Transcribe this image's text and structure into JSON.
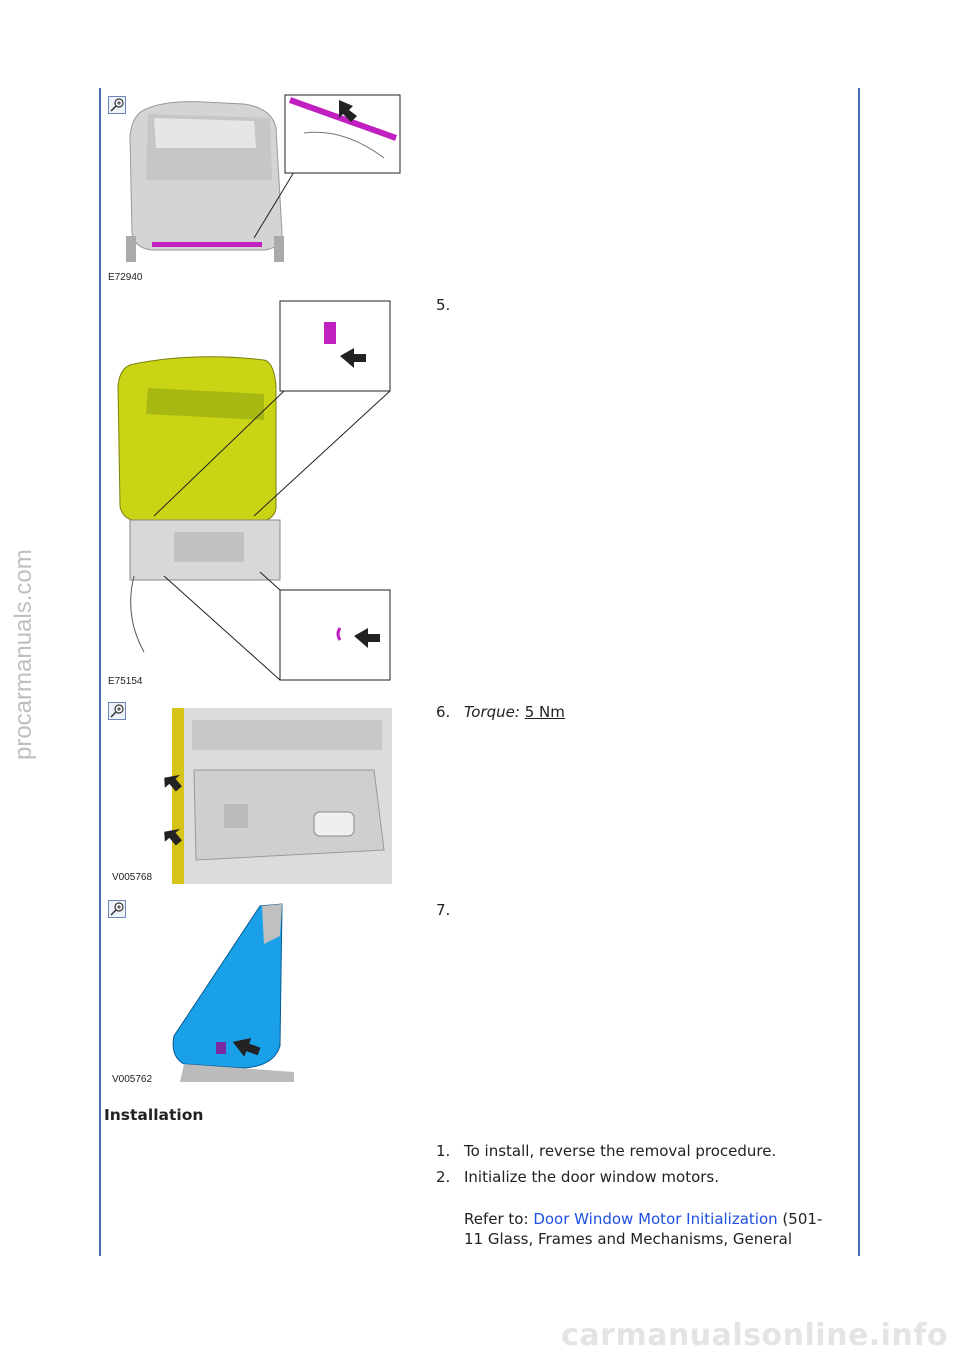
{
  "watermarks": {
    "left": "procarmanuals.com",
    "bottom": "carmanualsonline.info"
  },
  "figures": [
    {
      "code": "E72940",
      "zoom_icon": "zoom-in-icon"
    },
    {
      "code": "E75154"
    },
    {
      "code": "V005768",
      "zoom_icon": "zoom-in-icon"
    },
    {
      "code": "V005762",
      "zoom_icon": "zoom-in-icon"
    }
  ],
  "steps": [
    {
      "number": "5.",
      "text": ""
    },
    {
      "number": "6.",
      "torque_label": "Torque:",
      "torque_value": "5 Nm"
    },
    {
      "number": "7.",
      "text": ""
    }
  ],
  "installation": {
    "heading": "Installation",
    "steps": [
      {
        "number": "1.",
        "text": "To install, reverse the removal procedure."
      },
      {
        "number": "2.",
        "text": "Initialize the door window motors."
      }
    ],
    "reference": {
      "prefix": "Refer to: ",
      "link_text": "Door Window Motor Initialization",
      "suffix_line1": " (501-",
      "suffix_line2": "11 Glass, Frames and Mechanisms, General"
    }
  },
  "colors": {
    "rule": "#4a6fb0",
    "link": "#2050e0",
    "highlight": "#c020c0"
  }
}
